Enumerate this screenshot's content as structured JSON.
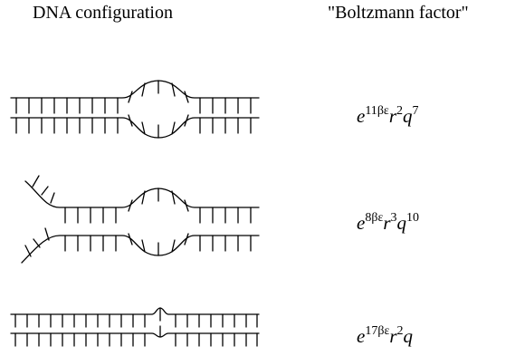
{
  "headers": {
    "left": "DNA configuration",
    "right": "\"Boltzmann factor\""
  },
  "rows": [
    {
      "name": "row-1",
      "factor": {
        "exp_coeff": "11",
        "exp_sym": "βε",
        "r_pow": "2",
        "q_pow": "7"
      }
    },
    {
      "name": "row-2",
      "factor": {
        "exp_coeff": "8",
        "exp_sym": "βε",
        "r_pow": "3",
        "q_pow": "10"
      }
    },
    {
      "name": "row-3",
      "factor": {
        "exp_coeff": "17",
        "exp_sym": "βε",
        "r_pow": "2",
        "q_pow": ""
      }
    }
  ],
  "symbols": {
    "e": "e",
    "r": "r",
    "q": "q"
  }
}
